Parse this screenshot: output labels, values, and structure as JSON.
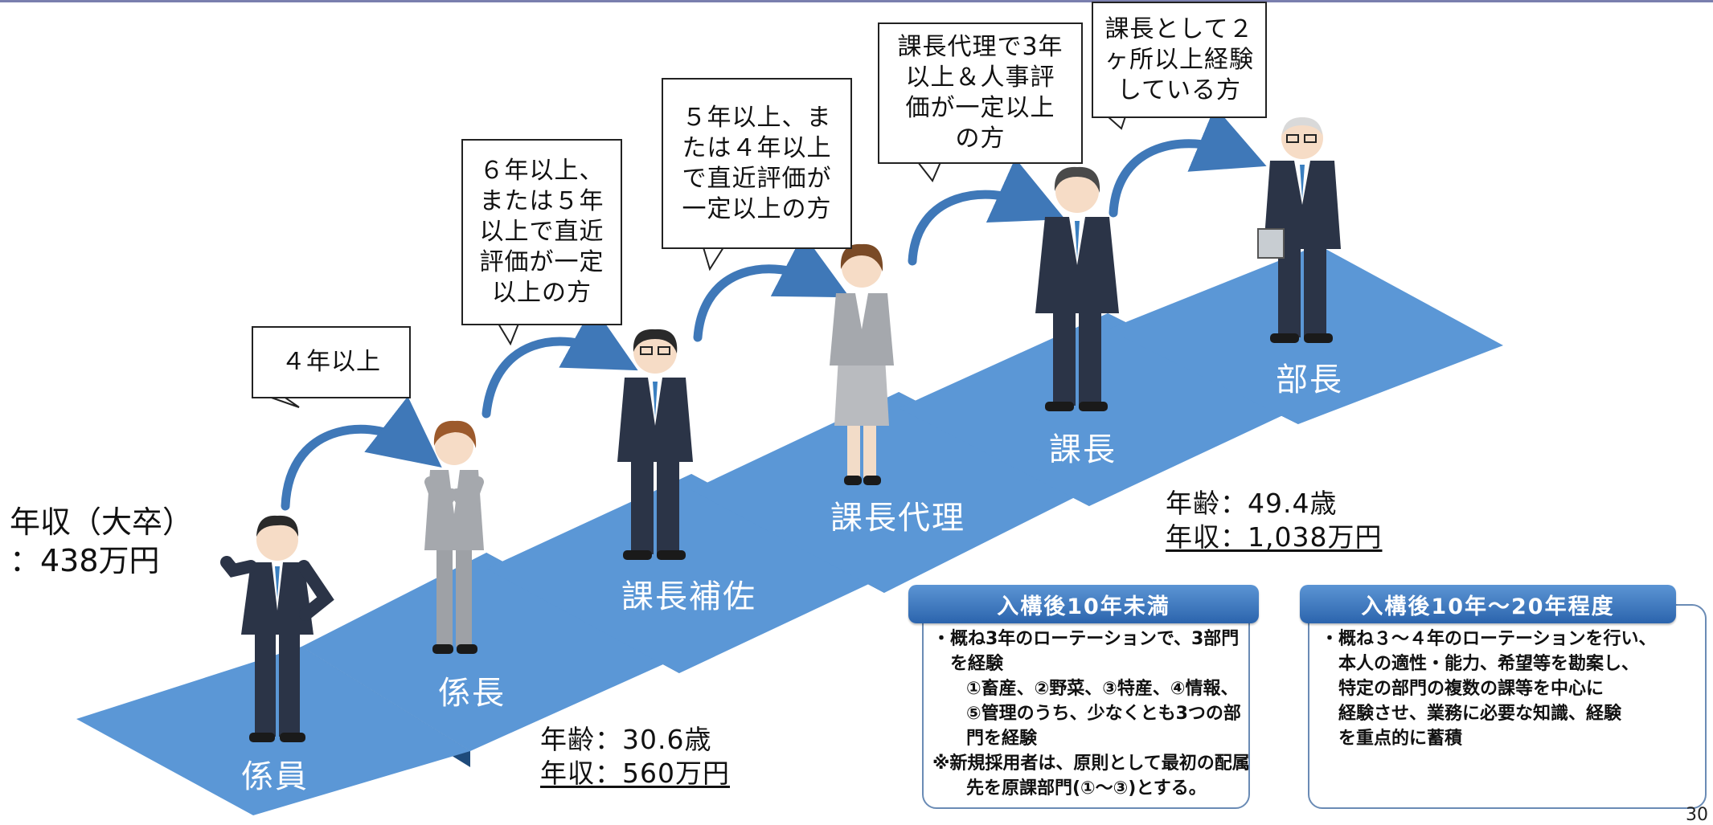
{
  "colors": {
    "step_top": "#5b97d6",
    "step_riser": "#1e4a7a",
    "arrow": "#3f78b8",
    "suit": "#2b3447",
    "panel_border": "#6a8bb5",
    "panel_tab": "#2b64ad"
  },
  "salary_base": {
    "line1": "年収（大卒）",
    "line2": "：438万円"
  },
  "steps": [
    {
      "label": "係員"
    },
    {
      "label": "係長"
    },
    {
      "label": "課長補佐"
    },
    {
      "label": "課長代理"
    },
    {
      "label": "課長"
    },
    {
      "label": "部長"
    }
  ],
  "callouts": [
    {
      "text": "４年以上"
    },
    {
      "text": "６年以上、\nまたは５年\n以上で直近\n評価が一定\n以上の方"
    },
    {
      "text": "５年以上、ま\nたは４年以上\nで直近評価が\n一定以上の方"
    },
    {
      "text": "課長代理で3年\n以上＆人事評\n価が一定以上\nの方"
    },
    {
      "text": "課長として２\nヶ所以上経験\nしている方"
    }
  ],
  "stats": [
    {
      "age": "年齢：30.6歳",
      "salary": "年収：560万円"
    },
    {
      "age": "年齢：49.4歳",
      "salary": "年収：1,038万円"
    }
  ],
  "panels": [
    {
      "title": "入構後10年未満",
      "lines": [
        "・概ね3年のローテーションで、3部門",
        "を経験",
        "①畜産、②野菜、③特産、④情報、",
        "⑤管理のうち、少なくとも3つの部",
        "門を経験",
        "※新規採用者は、原則として最初の配属",
        "先を原課部門(①～③)とする。"
      ]
    },
    {
      "title": "入構後10年～20年程度",
      "lines": [
        "・概ね３～４年のローテーションを行い、",
        "本人の適性・能力、希望等を勘案し、",
        "特定の部門の複数の課等を中心に",
        "経験させ、業務に必要な知識、経験",
        "を重点的に蓄積"
      ]
    }
  ],
  "page_number": "30"
}
